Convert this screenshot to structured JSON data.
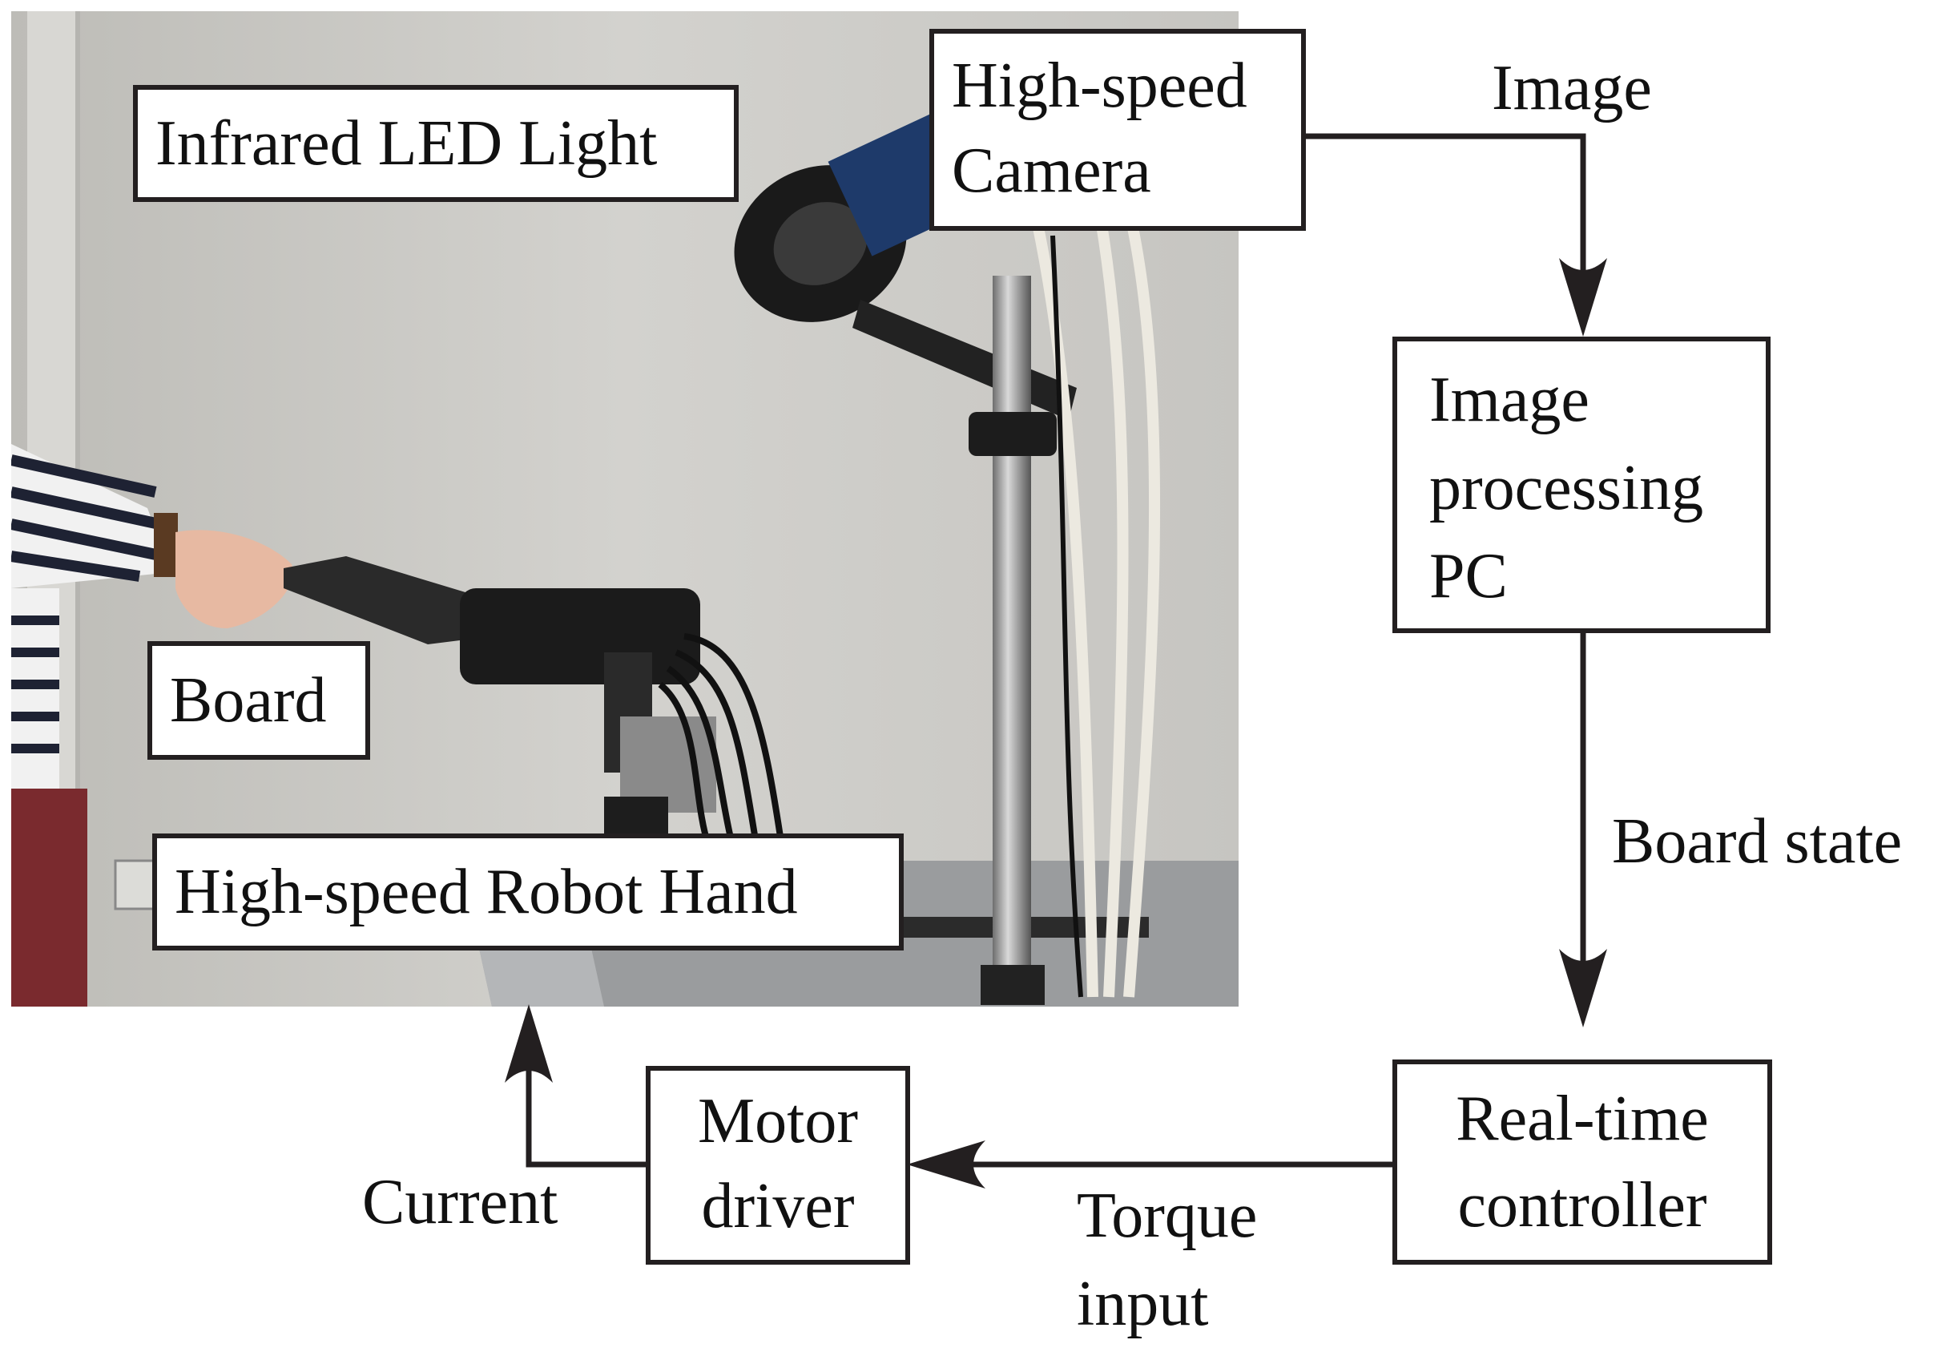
{
  "photo_labels": {
    "infrared_led": "Infrared LED Light",
    "camera_line1": "High-speed",
    "camera_line2": "Camera",
    "board": "Board",
    "robot_hand": "High-speed Robot Hand"
  },
  "blocks": {
    "image_processing_line1": "Image",
    "image_processing_line2": "processing",
    "image_processing_line3": "PC",
    "controller_line1": "Real-time",
    "controller_line2": "controller",
    "motor_driver_line1": "Motor",
    "motor_driver_line2": "driver"
  },
  "signals": {
    "image": "Image",
    "board_state": "Board state",
    "torque_line1": "Torque",
    "torque_line2": "input",
    "current": "Current"
  },
  "colors": {
    "line": "#231f20",
    "wall": "#c9c8c4",
    "table": "#9ea0a2"
  }
}
